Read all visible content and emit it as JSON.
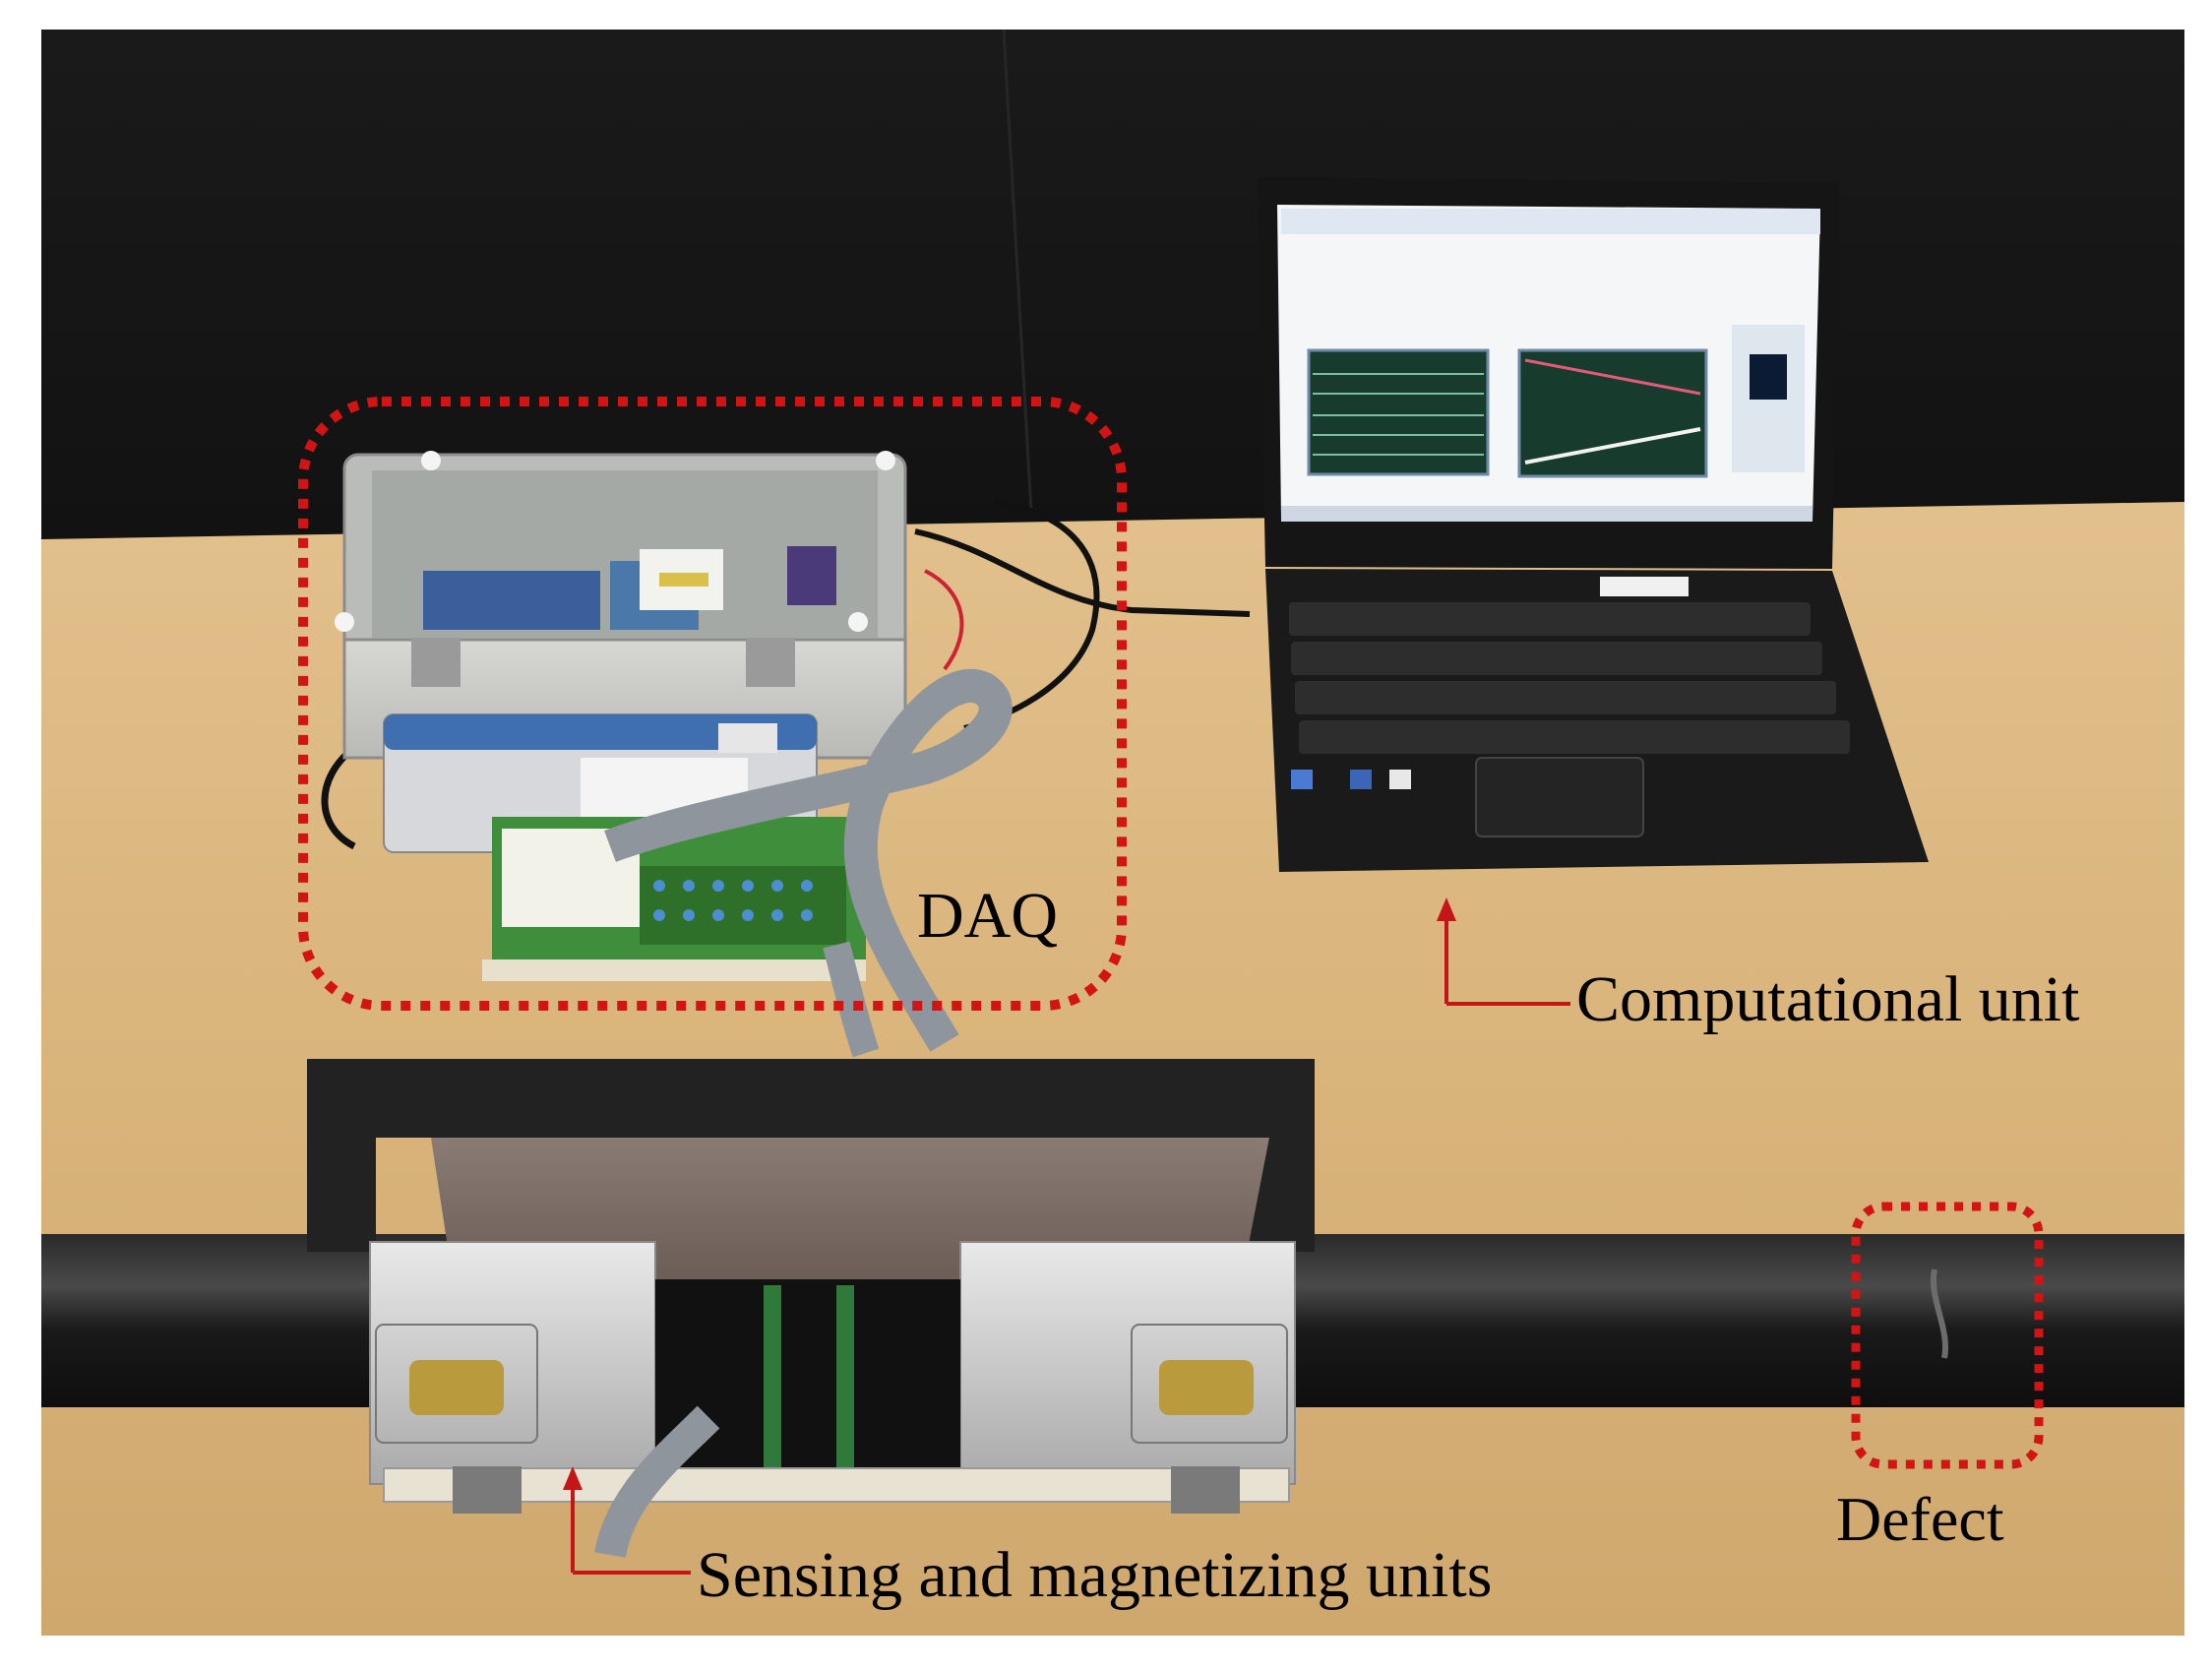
{
  "annotations": {
    "daq": "DAQ",
    "computational_unit": "Computational unit",
    "sensing_units": "Sensing and magnetizing  units",
    "defect": "Defect"
  },
  "colors": {
    "highlight": "#d21414",
    "desk": "#d8b47c",
    "wall": "#161616",
    "pipe": "#1e1e1e"
  },
  "objects": [
    "daq-enclosure",
    "laptop",
    "magnetizing-yoke",
    "steel-pipe",
    "ribbon-cable"
  ]
}
